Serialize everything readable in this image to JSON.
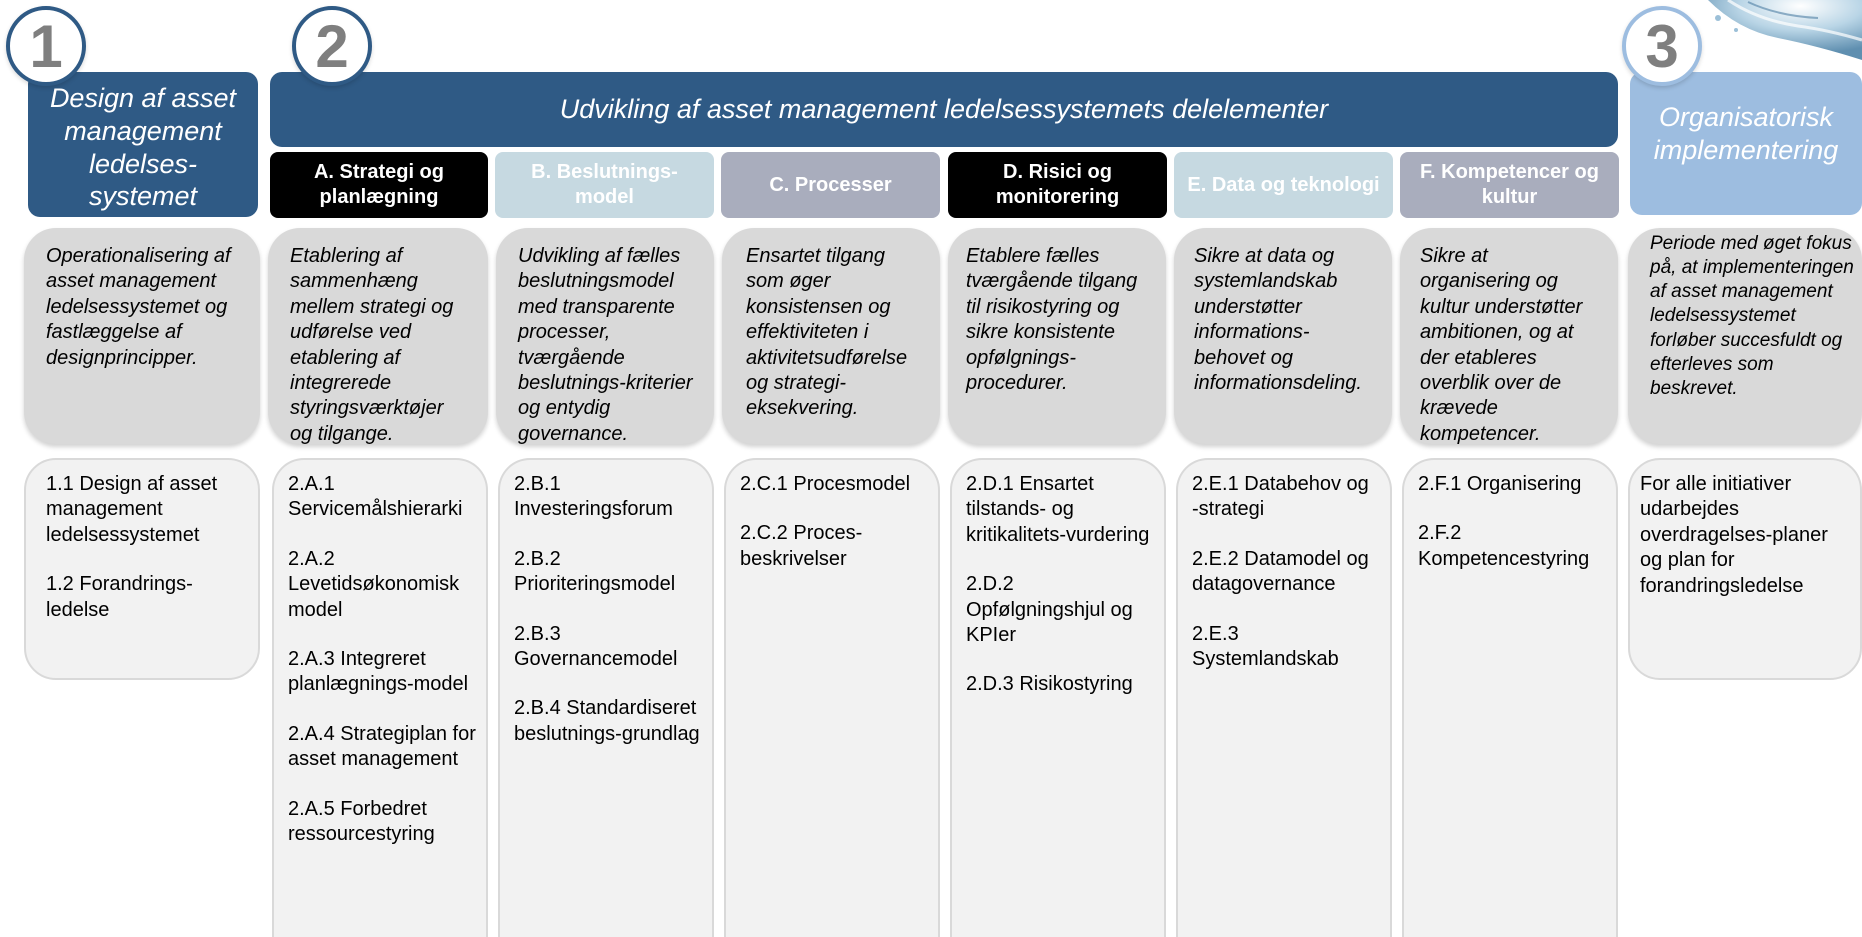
{
  "colors": {
    "dark_blue": "#2f5a85",
    "light_blue": "#9dbde0",
    "black": "#000000",
    "pale_blue": "#c6d9e1",
    "grey_blue": "#a9adbd",
    "desc_grey": "#d9d9d9",
    "list_grey": "#f2f2f2"
  },
  "phases": {
    "one": {
      "number": "1",
      "title": "Design af asset management ledelses-systemet"
    },
    "two": {
      "number": "2",
      "title": "Udvikling af asset management ledelsessystemets delelementer"
    },
    "three": {
      "number": "3",
      "title": "Organisatorisk implementering"
    }
  },
  "columns": [
    {
      "header": "",
      "description": "Operationalisering af asset management ledelsessystemet og fastlæggelse af designprincipper.",
      "items": [
        "1.1 Design af asset management ledelsessystemet",
        "1.2 Forandrings-ledelse"
      ]
    },
    {
      "header": "A. Strategi og planlægning",
      "description": "Etablering af sammenhæng mellem strategi og udførelse ved etablering af integrerede styringsværktøjer og tilgange.",
      "items": [
        "2.A.1 Servicemålshierarki",
        "2.A.2 Levetidsøkonomisk model",
        "2.A.3 Integreret planlægnings-model",
        "2.A.4 Strategiplan for asset management",
        "2.A.5 Forbedret ressourcestyring"
      ]
    },
    {
      "header": "B. Beslutnings-model",
      "description": "Udvikling af fælles beslutningsmodel med transparente processer, tværgående beslutnings-kriterier og entydig governance.",
      "items": [
        "2.B.1 Investeringsforum",
        "2.B.2 Prioriteringsmodel",
        "2.B.3 Governancemodel",
        "2.B.4 Standardiseret beslutnings-grundlag"
      ]
    },
    {
      "header": "C. Processer",
      "description": "Ensartet tilgang som øger konsistensen og effektiviteten i aktivitetsudførelse og strategi-eksekvering.",
      "items": [
        "2.C.1 Procesmodel",
        "2.C.2 Proces-beskrivelser"
      ]
    },
    {
      "header": "D. Risici og monitorering",
      "description": "Etablere fælles tværgående tilgang til risikostyring og sikre konsistente opfølgnings-procedurer.",
      "items": [
        "2.D.1 Ensartet tilstands- og kritikalitets-vurdering",
        "2.D.2 Opfølgningshjul og KPIer",
        "2.D.3 Risikostyring"
      ]
    },
    {
      "header": "E. Data og teknologi",
      "description": "Sikre at data og systemlandskab understøtter informations-behovet og informationsdeling.",
      "items": [
        "2.E.1 Databehov og -strategi",
        "2.E.2 Datamodel og datagovernance",
        "2.E.3 Systemlandskab"
      ]
    },
    {
      "header": "F. Kompetencer og kultur",
      "description": "Sikre at organisering og kultur understøtter ambitionen, og at der etableres overblik over de krævede kompetencer.",
      "items": [
        "2.F.1 Organisering",
        "2.F.2 Kompetencestyring"
      ]
    },
    {
      "header": "",
      "description": "Periode med øget fokus på, at implementeringen af asset management ledelsessystemet forløber succesfuldt og efterleves som beskrevet.",
      "items": [
        "For alle initiativer udarbejdes overdragelses-planer og plan for forandringsledelse"
      ]
    }
  ]
}
